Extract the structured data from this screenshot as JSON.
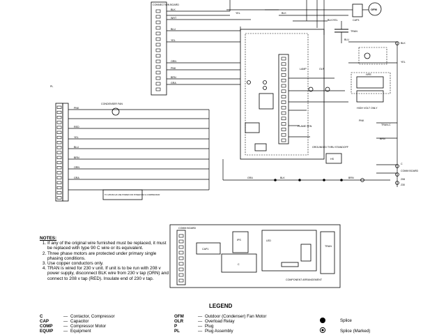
{
  "diagram": {
    "wire_colors": {
      "blk": "BLK",
      "yel": "YEL",
      "blu": "BLU",
      "red": "RED",
      "orn": "ORN",
      "brn": "BRN",
      "pnk": "PNK",
      "gra": "GRA",
      "wht": "WHT",
      "blk_yel": "BLK/YEL"
    },
    "labels": {
      "connection_board": "CONNECTION BOARD",
      "plug": "PL",
      "ofm": "OFM",
      "tran": "TRAN",
      "cap3": "CAP3",
      "lamp": "LAMP",
      "olr": "OLR",
      "hpr": "HPR",
      "high_volt_only": "HIGH VOLT ONLY",
      "flame_sen": "FLAME SEN",
      "grounded_thru_standoff": "GROUNDED THRU STANDOFF",
      "tran_c": "TRAN-C",
      "comm_board": "COMM BOARD",
      "c": "C",
      "v208": "208",
      "v230": "230",
      "condenser_fan": "CONDENSER FAN",
      "hs": "HS",
      "led": "LED",
      "ips": "IPS",
      "cap1": "CAP1",
      "component_arrangement": "COMPONENT ARRANGEMENT",
      "ps_label": "PS",
      "field_note": "TO 115V/60 HZ LINE POWER FOR POWER FAN & COMPRESSOR"
    }
  },
  "notes": {
    "title": "NOTES:",
    "items": [
      "If any of the original wire furnished must be replaced, it must be replaced with type 90 C wire or its equivalent.",
      "Three phase motors are protected under primary single phasing conditions.",
      "Use copper conductors only.",
      "TRAN is wired for 230 v unit. If unit is to be run with 208 v power supply, disconnect BLK wire from 230 v tap (ORN) and connect to 208 v tap (RED). Insulate end of 230 v tap."
    ]
  },
  "legend": {
    "title": "LEGEND",
    "left": [
      {
        "abbr": "C",
        "desc": "Contactor, Compressor"
      },
      {
        "abbr": "CAP",
        "desc": "Capacitor"
      },
      {
        "abbr": "COMP",
        "desc": "Compressor Motor"
      },
      {
        "abbr": "EQUIP",
        "desc": "Equipment"
      }
    ],
    "right": [
      {
        "abbr": "OFM",
        "desc": "Outdoor (Condenser) Fan Motor"
      },
      {
        "abbr": "OLR",
        "desc": "Overload Relay"
      },
      {
        "abbr": "P",
        "desc": "Plug"
      },
      {
        "abbr": "PL",
        "desc": "Plug Assembly"
      }
    ],
    "symbols": [
      {
        "label": "Splice"
      },
      {
        "label": "Splice (Marked)"
      }
    ]
  }
}
